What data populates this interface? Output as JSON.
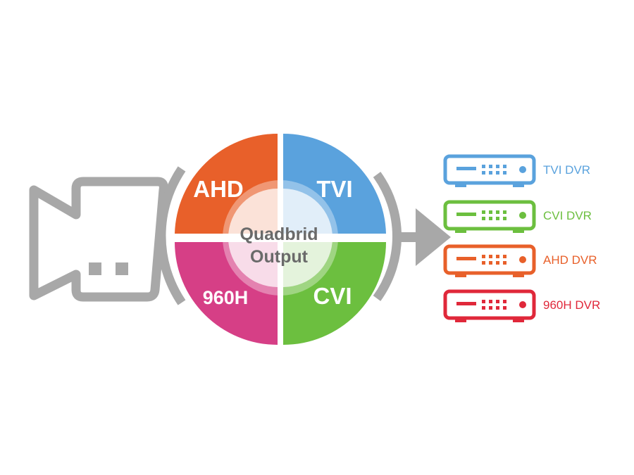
{
  "diagram": {
    "center_label": [
      "Quadbrid",
      "Output"
    ],
    "quadrants": [
      {
        "id": "ahd",
        "label": "AHD",
        "color": "#e8602a"
      },
      {
        "id": "tvi",
        "label": "TVI",
        "color": "#5aa2dd"
      },
      {
        "id": "960h",
        "label": "960H",
        "color": "#d63f86"
      },
      {
        "id": "cvi",
        "label": "CVI",
        "color": "#6cbf3f"
      }
    ],
    "camera": {
      "icon": "video-camera-icon",
      "color": "#a8a8a8"
    },
    "arrow": {
      "icon": "arrow-right-icon",
      "color": "#a8a8a8"
    },
    "dvrs": [
      {
        "label": "TVI DVR",
        "color": "#5aa2dd",
        "icon": "dvr-recorder-icon"
      },
      {
        "label": "CVI DVR",
        "color": "#6cbf3f",
        "icon": "dvr-recorder-icon"
      },
      {
        "label": "AHD DVR",
        "color": "#e8602a",
        "icon": "dvr-recorder-icon"
      },
      {
        "label": "960H DVR",
        "color": "#e0283a",
        "icon": "dvr-recorder-icon"
      }
    ]
  }
}
